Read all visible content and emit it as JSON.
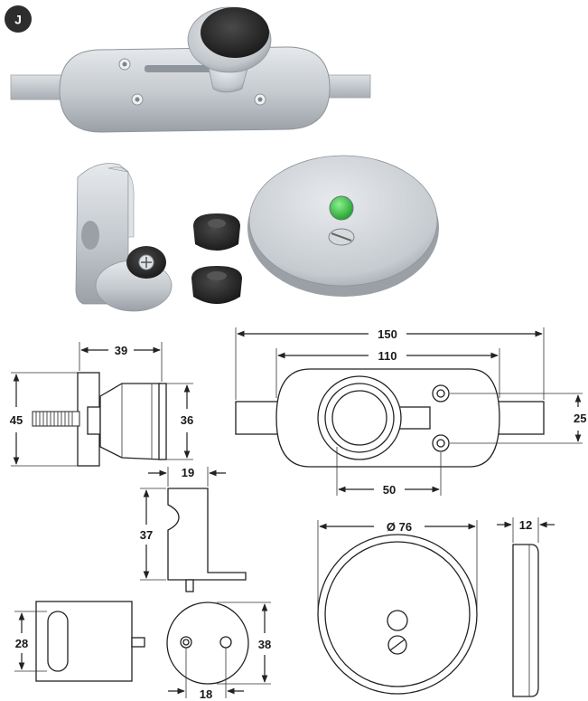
{
  "badge": {
    "letter": "J"
  },
  "colors": {
    "metal_light": "#d9dde1",
    "metal_mid": "#b9bec4",
    "metal_dark": "#8e949b",
    "rubber": "#1f1f1f",
    "indicator_green": "#2fbf3a",
    "badge": "#2d2d2d"
  },
  "dimensions": {
    "knob_depth": "39",
    "knob_height": "45",
    "knob_face": "36",
    "plate_total": "150",
    "plate_body": "110",
    "hole_spacing_v": "25",
    "hole_spacing_h": "50",
    "keeper_width": "19",
    "keeper_height": "37",
    "block_height": "28",
    "round_diameter": "38",
    "round_hole_spacing": "18",
    "indicator_diameter": "Ø 76",
    "indicator_depth": "12"
  }
}
